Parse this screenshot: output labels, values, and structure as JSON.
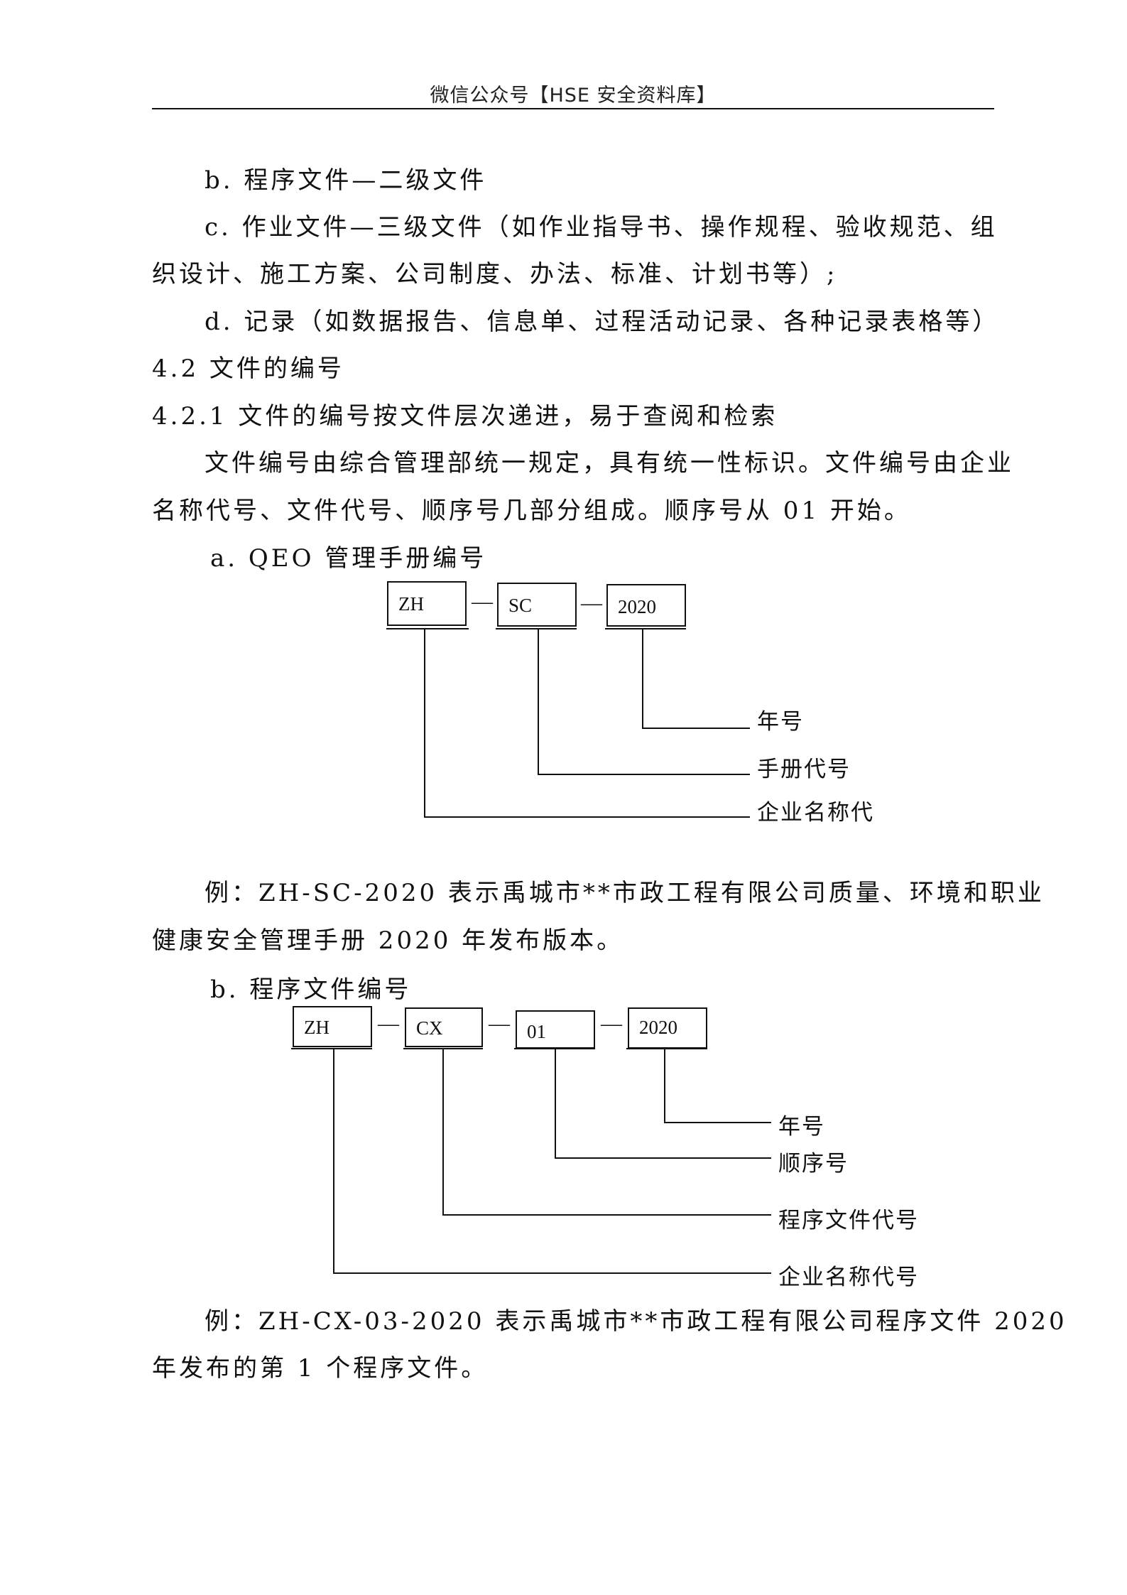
{
  "header": {
    "title": "微信公众号【HSE 安全资料库】"
  },
  "body": {
    "lines": [
      "b. 程序文件—二级文件",
      "c. 作业文件—三级文件（如作业指导书、操作规程、验收规范、组",
      "织设计、施工方案、公司制度、办法、标准、计划书等）;",
      "d. 记录（如数据报告、信息单、过程活动记录、各种记录表格等）",
      "4.2 文件的编号",
      "4.2.1 文件的编号按文件层次递进，易于查阅和检索",
      "文件编号由综合管理部统一规定，具有统一性标识。文件编号由企业",
      "名称代号、文件代号、顺序号几部分组成。顺序号从 01 开始。",
      "a. QEO 管理手册编号"
    ],
    "example1": [
      "例：ZH-SC-2020 表示禹城市**市政工程有限公司质量、环境和职业",
      "健康安全管理手册 2020 年发布版本。"
    ],
    "heading_b": "b. 程序文件编号",
    "example2": [
      "例：ZH-CX-03-2020 表示禹城市**市政工程有限公司程序文件 2020",
      "年发布的第 1 个程序文件。"
    ]
  },
  "diagram_a": {
    "codes": [
      "ZH",
      "SC",
      "2020"
    ],
    "dash": "—",
    "labels": [
      "年号",
      "手册代号",
      "企业名称代"
    ]
  },
  "diagram_b": {
    "codes": [
      "ZH",
      "CX",
      "01",
      "2020"
    ],
    "dash": "—",
    "labels": [
      "年号",
      "顺序号",
      "程序文件代号",
      "企业名称代号"
    ]
  }
}
